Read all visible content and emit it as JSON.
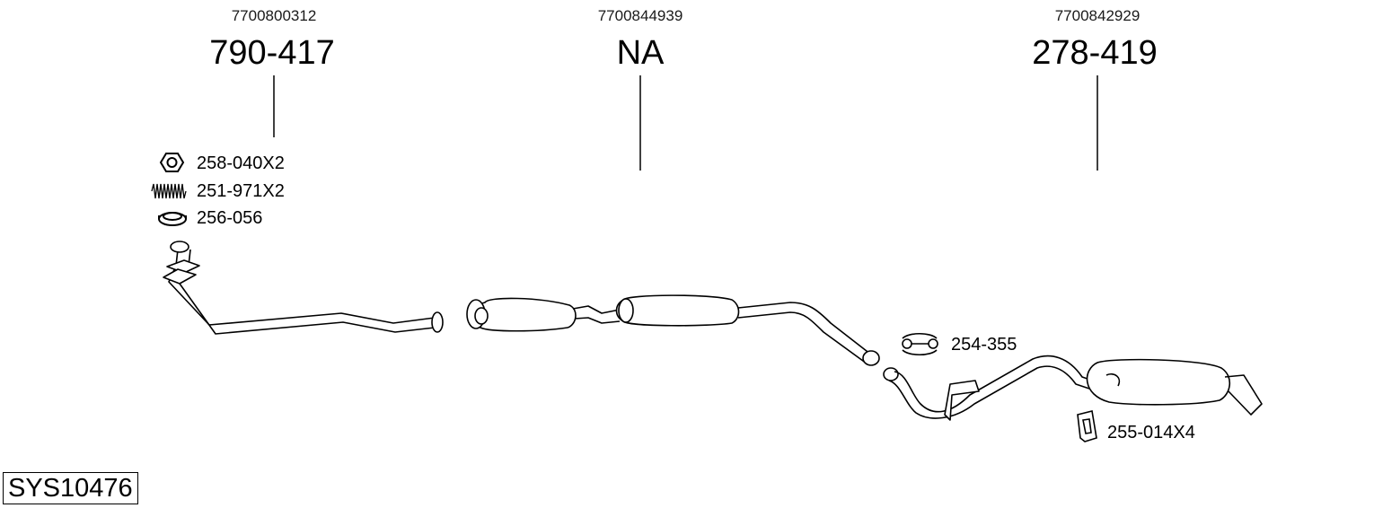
{
  "system_code": "SYS10476",
  "columns": [
    {
      "oem": "7700800312",
      "part": "790-417"
    },
    {
      "oem": "7700844939",
      "part": "NA"
    },
    {
      "oem": "7700842929",
      "part": "278-419"
    }
  ],
  "accessories": [
    {
      "label": "258-040X2",
      "icon": "nut-icon"
    },
    {
      "label": "251-971X2",
      "icon": "spring-icon"
    },
    {
      "label": "256-056",
      "icon": "gasket-ring-icon"
    },
    {
      "label": "254-355",
      "icon": "clamp-icon"
    },
    {
      "label": "255-014X4",
      "icon": "rubber-hanger-icon"
    }
  ]
}
